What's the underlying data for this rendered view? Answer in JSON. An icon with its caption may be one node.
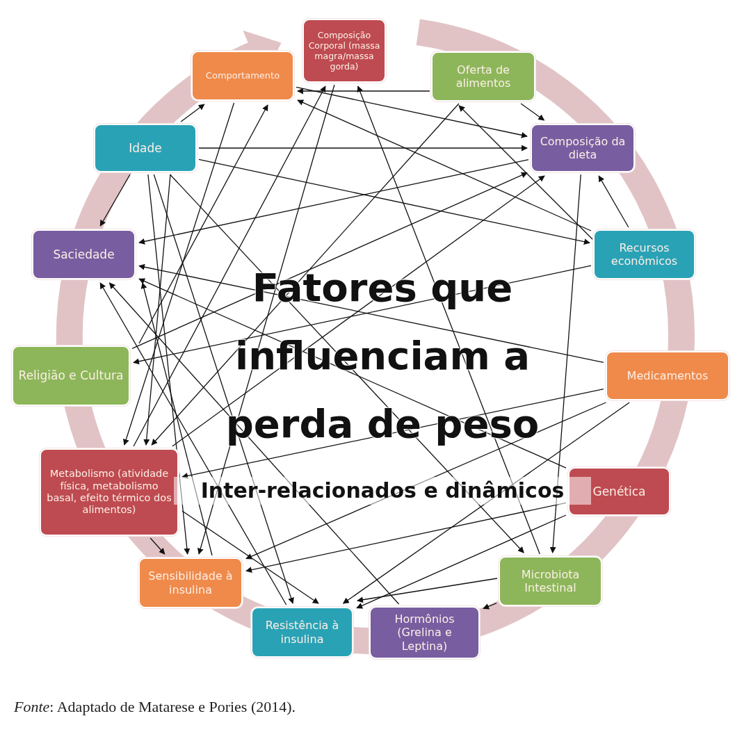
{
  "diagram": {
    "caption": "*Fonte*: Adaptado de Matarese e Pories (2014).",
    "nodes": [
      {
        "text": [
          "Composição Corporal (massa magra/massa gorda)"
        ]
      },
      {
        "text": [
          "Comportamento"
        ]
      },
      {
        "text": [
          "Oferta de alimentos"
        ]
      },
      {
        "text": [
          "Idade"
        ]
      },
      {
        "text": [
          "Composição da dieta"
        ]
      },
      {
        "text": [
          "Saciedade"
        ]
      },
      {
        "text": [
          "Recursos econômicos"
        ]
      },
      {
        "text": [
          "Religião e Cultura"
        ]
      },
      {
        "text": [
          "Medicamentos"
        ]
      },
      {
        "text": [
          "Metabolismo (atividade física, metabolismo basal, efeito térmico dos alimentos)"
        ]
      },
      {
        "text": [
          "Genética"
        ]
      },
      {
        "text": [
          "Sensibilidade à insulina"
        ]
      },
      {
        "text": [
          "Microbiota Intestinal"
        ]
      },
      {
        "text": [
          "Resistência à insulina"
        ]
      },
      {
        "text": [
          "Hormônios (Grelina e Leptina)"
        ]
      }
    ],
    "edges": [
      {
        "from": 2,
        "to": 1,
        "arrow": "to"
      },
      {
        "from": 3,
        "to": 1,
        "arrow": "to"
      },
      {
        "from": 2,
        "to": 4,
        "arrow": "to"
      },
      {
        "from": 3,
        "to": 4,
        "arrow": "to"
      },
      {
        "from": 3,
        "to": 6,
        "arrow": "to"
      },
      {
        "from": 1,
        "to": 4,
        "arrow": "to"
      },
      {
        "from": 6,
        "to": 4,
        "arrow": "to"
      },
      {
        "from": 6,
        "to": 2,
        "arrow": "to"
      },
      {
        "from": 6,
        "to": 1,
        "arrow": "to"
      },
      {
        "from": 4,
        "to": 5,
        "arrow": "to"
      },
      {
        "from": 9,
        "to": 4,
        "arrow": "to"
      },
      {
        "from": 4,
        "to": 12,
        "arrow": "to"
      },
      {
        "from": 12,
        "to": 0,
        "arrow": "to"
      },
      {
        "from": 9,
        "to": 0,
        "arrow": "to"
      },
      {
        "from": 0,
        "to": 11,
        "arrow": "to"
      },
      {
        "from": 3,
        "to": 5,
        "arrow": "to"
      },
      {
        "from": 3,
        "to": 9,
        "arrow": "to"
      },
      {
        "from": 3,
        "to": 11,
        "arrow": "to"
      },
      {
        "from": 3,
        "to": 13,
        "arrow": "to"
      },
      {
        "from": 3,
        "to": 12,
        "arrow": "to"
      },
      {
        "from": 14,
        "to": 5,
        "arrow": "to"
      },
      {
        "from": 13,
        "to": 5,
        "arrow": "to"
      },
      {
        "from": 11,
        "to": 5,
        "arrow": "to"
      },
      {
        "from": 10,
        "to": 5,
        "arrow": "to"
      },
      {
        "from": 6,
        "to": 7,
        "arrow": "to"
      },
      {
        "from": 8,
        "to": 5,
        "arrow": "to"
      },
      {
        "from": 8,
        "to": 9,
        "arrow": "to"
      },
      {
        "from": 8,
        "to": 13,
        "arrow": "to"
      },
      {
        "from": 8,
        "to": 11,
        "arrow": "to"
      },
      {
        "from": 10,
        "to": 11,
        "arrow": "to"
      },
      {
        "from": 10,
        "to": 13,
        "arrow": "to"
      },
      {
        "from": 12,
        "to": 14,
        "arrow": "to"
      },
      {
        "from": 12,
        "to": 13,
        "arrow": "to"
      },
      {
        "from": 7,
        "to": 1,
        "arrow": "to"
      },
      {
        "from": 7,
        "to": 4,
        "arrow": "to"
      },
      {
        "from": 9,
        "to": 11,
        "arrow": "to"
      },
      {
        "from": 9,
        "to": 13,
        "arrow": "to"
      },
      {
        "from": 2,
        "to": 9,
        "arrow": "to"
      },
      {
        "from": 1,
        "to": 9,
        "arrow": "to"
      }
    ],
    "labels": [
      "Fatores que influenciam a perda de peso",
      "Inter-relacionados e dinâmicos"
    ]
  }
}
